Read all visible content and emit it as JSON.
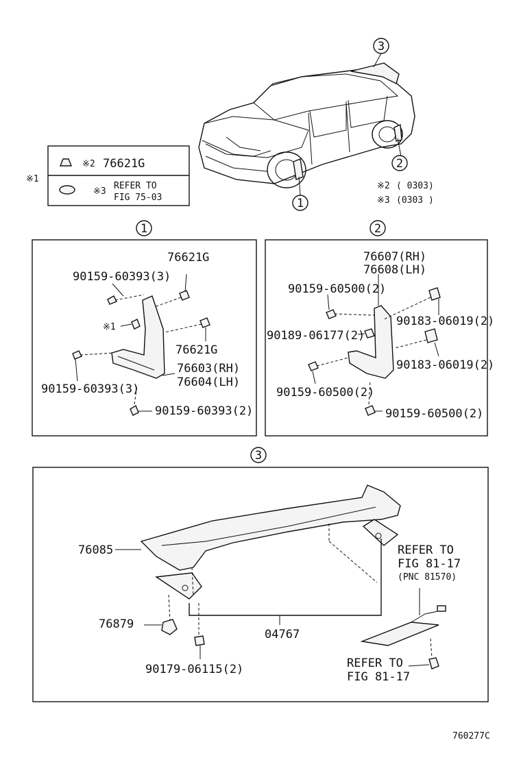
{
  "callouts": {
    "c1": "1",
    "c2": "2",
    "c3": "3"
  },
  "legend": {
    "group_mark": "※1",
    "row1_mark": "※2",
    "row1_part": "76621G",
    "row2_mark": "※3",
    "row2_line1": "REFER TO",
    "row2_line2": "FIG 75-03"
  },
  "notes": {
    "n2_mark": "※2",
    "n2_text": "(       0303)",
    "n3_mark": "※3",
    "n3_text": "(0303        )"
  },
  "panel1": {
    "title": "1",
    "top_bolt": "76621G",
    "screw_upper": "90159-60393(3)",
    "clip_mark": "※1",
    "mid_bolt": "76621G",
    "flap_rh": "76603(RH)",
    "flap_lh": "76604(LH)",
    "screw_lower": "90159-60393(3)",
    "screw_bottom": "90159-60393(2)"
  },
  "panel2": {
    "title": "2",
    "flap_rh": "76607(RH)",
    "flap_lh": "76608(LH)",
    "screw_upper": "90159-60500(2)",
    "clip_upper": "90183-06019(2)",
    "nut": "90189-06177(2)",
    "clip_lower": "90183-06019(2)",
    "screw_lower": "90159-60500(2)",
    "screw_bottom": "90159-60500(2)"
  },
  "panel3": {
    "title": "3",
    "spoiler": "76085",
    "refer_line1": "REFER TO",
    "refer_line2": "FIG 81-17",
    "pnc": "(PNC 81570)",
    "grommet": "76879",
    "subassy": "04767",
    "nut": "90179-06115(2)",
    "refer2_line1": "REFER TO",
    "refer2_line2": "FIG 81-17"
  },
  "footer_code": "760277C"
}
